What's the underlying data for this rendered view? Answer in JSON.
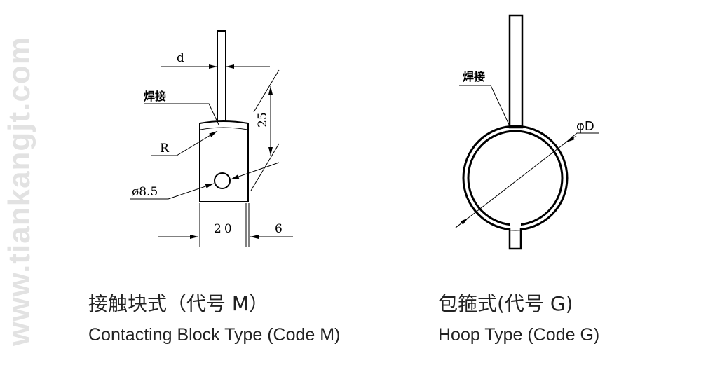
{
  "watermark": "www.tiankangjt.com",
  "left_drawing": {
    "dim_d": "d",
    "weld_label": "焊接",
    "radius_label": "R",
    "hole_label": "ø8.5",
    "height_dim": "25",
    "width_dim": "20",
    "thickness_dim": "6",
    "caption_cn": "接触块式（代号 M）",
    "caption_en": "Contacting Block Type (Code M)"
  },
  "right_drawing": {
    "weld_label": "焊接",
    "diameter_label": "φD",
    "caption_cn": "包箍式(代号 G)",
    "caption_en": "Hoop Type (Code G)"
  }
}
